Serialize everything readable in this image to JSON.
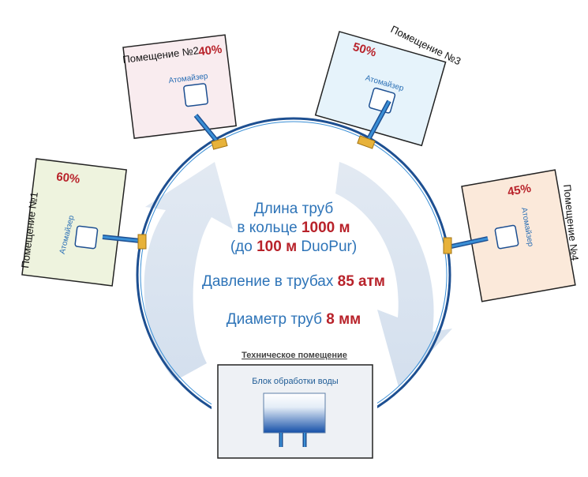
{
  "rooms": [
    {
      "title": "Помещение №1",
      "humidity": "60%",
      "device": "Атомайзер",
      "fill": "#eef3de"
    },
    {
      "title": "Помещение №2",
      "humidity": "40%",
      "device": "Атомайзер",
      "fill": "#f9ecef"
    },
    {
      "title": "Помещение №3",
      "humidity": "50%",
      "device": "Атомайзер",
      "fill": "#e6f3fb"
    },
    {
      "title": "Помещение №4",
      "humidity": "45%",
      "device": "Атомайзер",
      "fill": "#fbe9da"
    }
  ],
  "center": {
    "pipe_length_label": "Длина труб",
    "ring_prefix": "в кольце",
    "ring_value": "1000 м",
    "duopur_open": "(до",
    "duopur_value": "100 м",
    "duopur_suffix": "DuoPur)",
    "pressure_label": "Давление в трубах",
    "pressure_value": "85 атм",
    "diameter_label": "Диаметр труб",
    "diameter_value": "8 мм"
  },
  "tech_room": {
    "title": "Техническое помещение",
    "unit_label": "Блок обработки воды"
  },
  "colors": {
    "pipe": "#1d4f91",
    "pipe_branch": "#3a8fd6",
    "joint": "#e7b23a",
    "arrow": "#d7e1ee",
    "accent_red": "#b8222a",
    "text_blue": "#2e74b8"
  }
}
